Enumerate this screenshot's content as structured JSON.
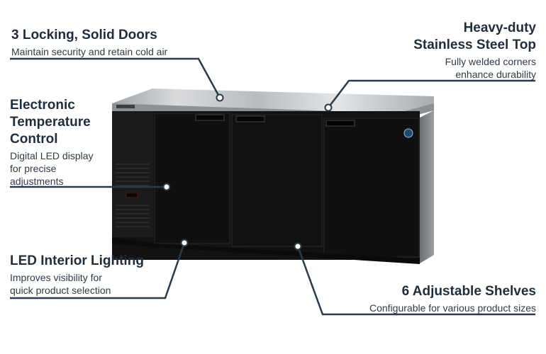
{
  "callouts": {
    "doors": {
      "title": "3 Locking, Solid Doors",
      "text": "Maintain security and retain cold air"
    },
    "top": {
      "title_line1": "Heavy-duty",
      "title_line2": "Stainless Steel Top",
      "text_line1": "Fully welded corners",
      "text_line2": "enhance durability"
    },
    "temp": {
      "title_line1": "Electronic",
      "title_line2": "Temperature",
      "title_line3": "Control",
      "text_line1": "Digital LED display",
      "text_line2": "for precise",
      "text_line3": "adjustments"
    },
    "lighting": {
      "title": "LED Interior Lighting",
      "text_line1": "Improves visibility for",
      "text_line2": "quick product selection"
    },
    "shelves": {
      "title": "6 Adjustable Shelves",
      "text": "Configurable for various product sizes"
    }
  },
  "colors": {
    "text": "#1f2d3d",
    "leader_line": "#2b3a4a",
    "cabinet": "#141414",
    "steel": "#c8cacc"
  },
  "icons": {
    "brand_badge": "circular-logo-badge",
    "hotspot": "hotspot-dot"
  }
}
